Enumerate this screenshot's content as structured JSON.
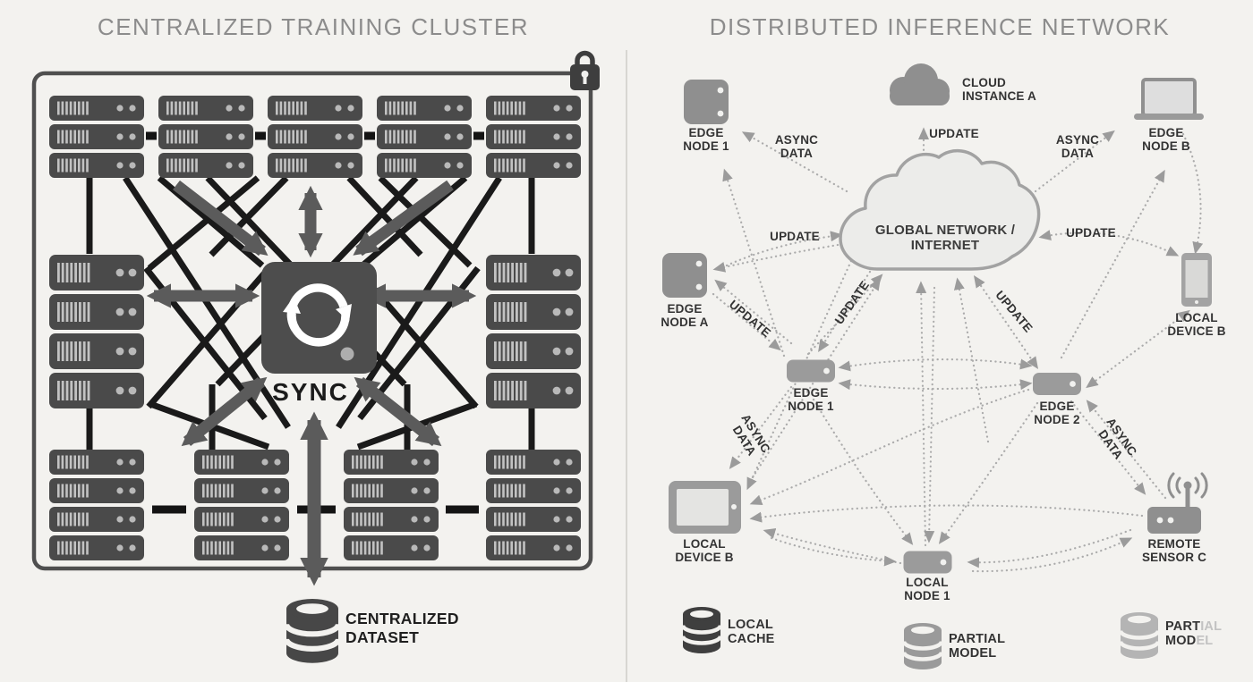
{
  "colors": {
    "background": "#f3f2ef",
    "server_dark": "#4a4a4a",
    "sync_box": "#4d4d4d",
    "thick_arrow_gray": "#5b5b5b",
    "thin_line_black": "#1a1a1a",
    "node_gray": "#9a9a9a",
    "cloud_fill": "#ececea",
    "cloud_stroke": "#a2a2a2",
    "dotted_line": "#ababab",
    "title_gray": "#8c8c8c",
    "label_dark": "#333333",
    "legend_faded": "#c2c2c2"
  },
  "left_panel": {
    "title": "CENTRALIZED TRAINING CLUSTER",
    "sync_label": "SYNC",
    "dataset": {
      "line1": "CENTRALIZED",
      "line2": "DATASET"
    }
  },
  "right_panel": {
    "title": "DISTRIBUTED INFERENCE NETWORK",
    "nodes": {
      "edge_node_1_top": {
        "line1": "EDGE",
        "line2": "NODE 1"
      },
      "cloud_instance_a": {
        "line1": "CLOUD",
        "line2": "INSTANCE A"
      },
      "edge_node_b": {
        "line1": "EDGE",
        "line2": "NODE B"
      },
      "global_network": {
        "line1": "GLOBAL NETWORK /",
        "line2": "INTERNET"
      },
      "edge_node_a": {
        "line1": "EDGE",
        "line2": "NODE A"
      },
      "local_device_b_phone": {
        "line1": "LOCAL",
        "line2": "DEVICE B"
      },
      "edge_node_1": {
        "line1": "EDGE",
        "line2": "NODE 1"
      },
      "edge_node_2": {
        "line1": "EDGE",
        "line2": "NODE 2"
      },
      "local_device_b_tablet": {
        "line1": "LOCAL",
        "line2": "DEVICE B"
      },
      "local_node_1": {
        "line1": "LOCAL",
        "line2": "NODE 1"
      },
      "remote_sensor_c": {
        "line1": "REMOTE",
        "line2": "SENSOR C"
      }
    },
    "edge_labels": {
      "async_data_top_left": {
        "line1": "ASYNC",
        "line2": "DATA"
      },
      "async_data_top_right": {
        "line1": "ASYNC",
        "line2": "DATA"
      },
      "update_cloud_a": "UPDATE",
      "update_left": "UPDATE",
      "update_right": "UPDATE",
      "update_node_a": "UPDATE",
      "update_node1_cloud": "UPDATE",
      "update_node2_cloud": "UPDATE",
      "async_data_bottom_left": {
        "line1": "ASYNC",
        "line2": "DATA"
      },
      "async_data_bottom_right": {
        "line1": "ASYNC",
        "line2": "DATA"
      }
    },
    "legend": {
      "local_cache": {
        "line1": "LOCAL",
        "line2": "CACHE"
      },
      "partial_model_center": {
        "line1": "PARTIAL",
        "line2": "MODEL"
      },
      "partial_model_right": {
        "line1_dark": "PART",
        "line1_faded": "IAL",
        "line2_dark": "MOD",
        "line2_faded": "EL"
      }
    }
  }
}
